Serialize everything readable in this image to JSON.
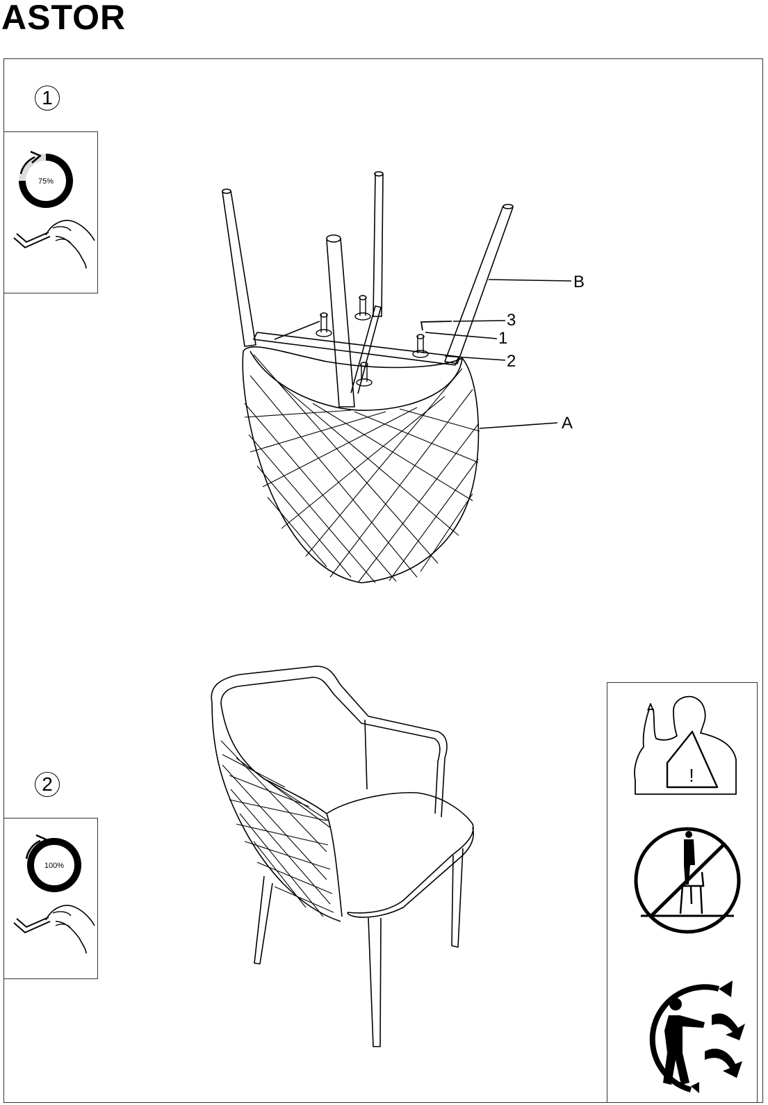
{
  "title": "ASTOR",
  "steps": [
    {
      "number": "1",
      "torque": "75%",
      "tool": "hex-key-hand-icon"
    },
    {
      "number": "2",
      "torque": "100%",
      "tool": "hex-key-hand-icon"
    }
  ],
  "part_labels": {
    "b": "B",
    "three": "3",
    "one": "1",
    "two": "2",
    "a": "A"
  },
  "warnings": [
    "person-warning-icon",
    "no-standing-on-chair-icon",
    "tipping-hazard-icon"
  ]
}
